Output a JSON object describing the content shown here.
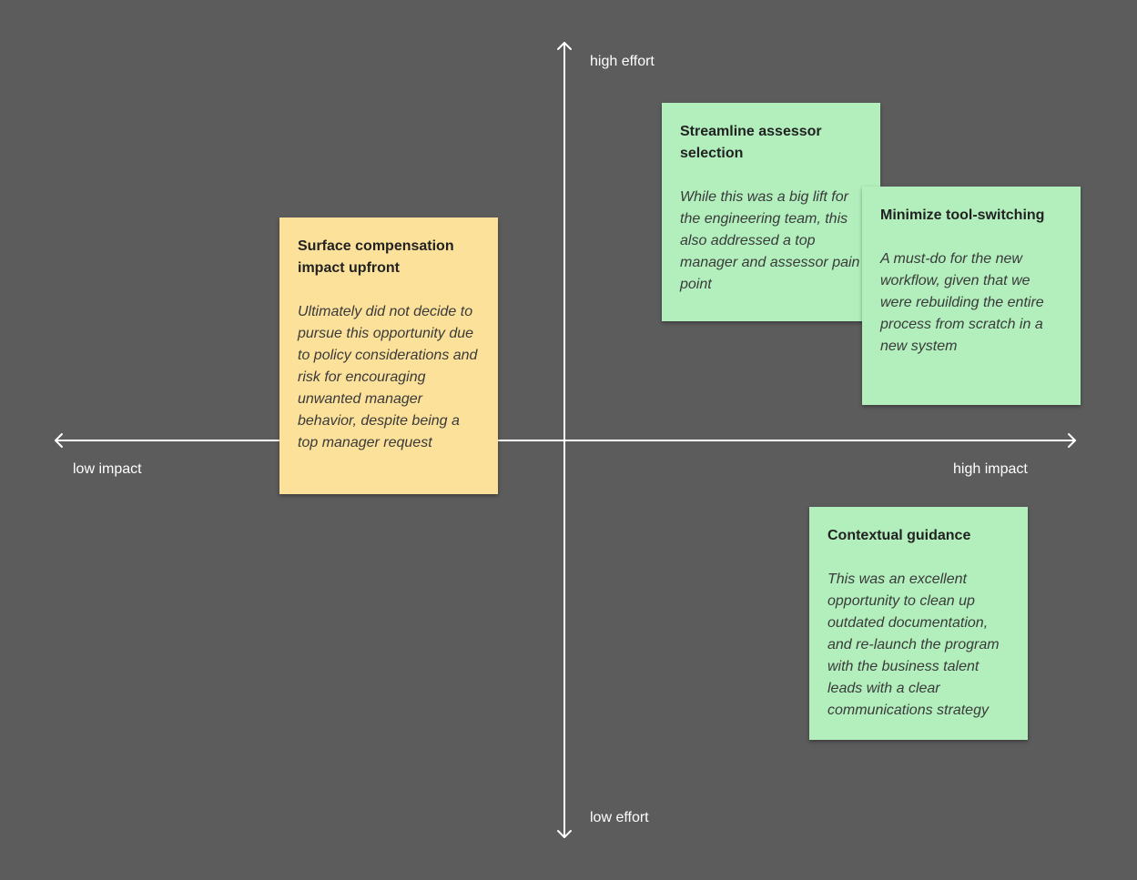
{
  "axes": {
    "y_top": "high effort",
    "y_bottom": "low effort",
    "x_left": "low impact",
    "x_right": "high impact"
  },
  "colors": {
    "background": "#5c5c5c",
    "axis": "#ffffff",
    "note_yellow": "#fce19b",
    "note_green": "#b2efbd"
  },
  "notes": [
    {
      "title": "Streamline assessor selection",
      "body": "While this was a big lift for the engineering team, this also addressed a top manager and assessor pain point",
      "color": "green"
    },
    {
      "title": "Minimize tool-switching",
      "body": "A must-do for the new workflow, given that we were rebuilding the entire process from scratch in a new system",
      "color": "green"
    },
    {
      "title": "Surface compensation impact upfront",
      "body": "Ultimately did not decide to pursue this opportunity due to policy considerations and risk for encouraging unwanted manager behavior, despite being a top manager request",
      "color": "yellow"
    },
    {
      "title": "Contextual guidance",
      "body": "This was an excellent opportunity to clean up outdated documentation, and re-launch the program with the business talent leads with a clear communications strategy",
      "color": "green"
    }
  ]
}
